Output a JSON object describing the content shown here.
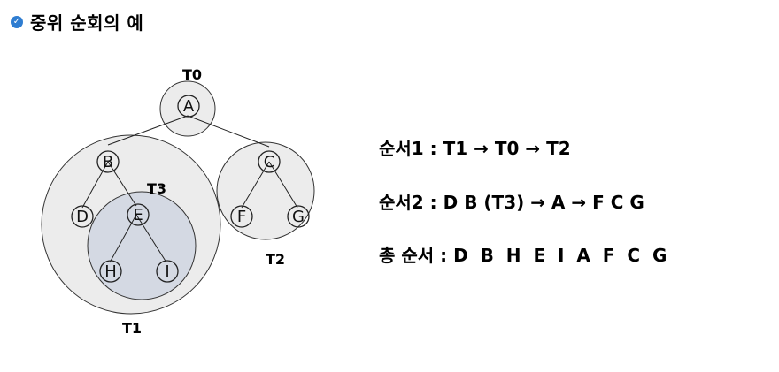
{
  "title": "중위 순회의 예",
  "icon": "check-circle-icon",
  "trees": {
    "t0": "T0",
    "t1": "T1",
    "t2": "T2",
    "t3": "T3"
  },
  "nodes": {
    "a": "A",
    "b": "B",
    "c": "C",
    "d": "D",
    "e": "E",
    "f": "F",
    "g": "G",
    "h": "H",
    "i": "I"
  },
  "sequence": {
    "line1": "순서1 : T1 → T0 → T2",
    "line2": "순서2 : D B (T3) → A → F C G",
    "line3": "총 순서 : D  B  H  E  I  A  F  C  G"
  },
  "colors": {
    "subtree_fill": "#ececec",
    "inner_subtree_fill": "#d4d9e3",
    "accent": "#2f7dd1"
  }
}
